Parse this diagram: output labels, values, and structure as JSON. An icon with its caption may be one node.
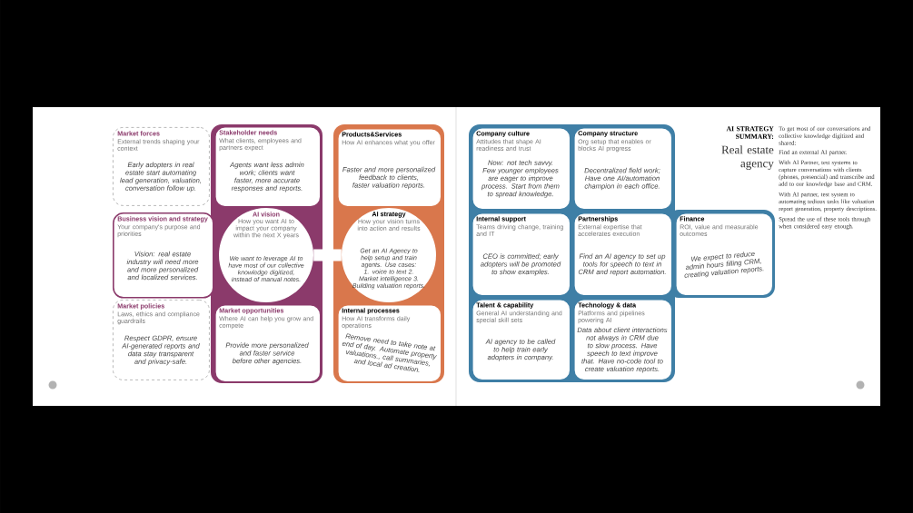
{
  "diagram": {
    "title": "AI STRATEGY SUMMARY:",
    "nodes": [
      {
        "text": [
          "Market forces",
          "External trends shaping your context",
          "Early adopters in real estate start automating lead generation, valuation, conversation follow up."
        ]
      },
      {
        "text": [
          "Stakeholder needs",
          "What clients, employees and partners expect",
          "Agents want less admin work; clients want faster, more accurate responses and reports."
        ]
      },
      {
        "text": [
          "Business vision and strategy",
          "Your company's purpose and priorities",
          "Vision: real estate industry will need more and more personalized and localized services."
        ]
      },
      {
        "text": [
          "AI vision",
          "How you want AI to impact your company within the next X years",
          "We want to leverage AI to have most of our collective knowledge digitized, instead of manual notes."
        ]
      },
      {
        "text": [
          "Market policies",
          "Laws, ethics and compliance guardrails",
          "Respect GDPR, ensure AI-generated reports and data stay transparent and privacy-safe."
        ]
      },
      {
        "text": [
          "Market opportunities",
          "Where AI can help you grow and compete",
          "Provide more personalized and faster service before other agencies."
        ]
      },
      {
        "text": [
          "Products&Services",
          "How AI enhances what you offer",
          "Faster and more personalized  feedback to clients, faster valuation reports."
        ]
      },
      {
        "text": [
          "AI strategy",
          "How your vision turns into action and results",
          "Get an AI Agency to help setup and train agents. Use cases: 1. voice to text 2. Market intelligence 3. Building valuation reports."
        ]
      },
      {
        "text": [
          "Internal processes",
          "How AI transforms daily operations",
          "Remove need to take note at end of day. Automate property valuations., call summaries, and local ad creation."
        ]
      },
      {
        "text": [
          "Company culture",
          "Attitudes that shape AI readiness and trust",
          "Now: not tech savvy. Few younger employees are eager to improve process. Start from them to spread knowledge."
        ]
      },
      {
        "text": [
          "Company structure",
          "Org setup that enables or blocks AI progress",
          "Decentralized field work; Have one AI/automation champion in each office."
        ]
      },
      {
        "text": [
          "Internal support",
          "Teams driving change, training and IT",
          "CEO is committed; early adopters will be promoted to show examples."
        ]
      },
      {
        "text": [
          "Partnerships",
          "External expertise that accelerates execution",
          "Find an AI agency to set up tools for speech to text in CRM and report automation."
        ]
      },
      {
        "text": [
          "Finance",
          "ROI, value and measurable outcomes",
          "We expect to reduce admin hours filling CRM, creating valuation reports."
        ]
      },
      {
        "text": [
          "Talent & capability",
          "General AI understanding and special skill sets",
          "AI agency to be called to help train early adopters in company."
        ]
      },
      {
        "text": [
          "Technology & data",
          "Platforms and pipelines powering AI",
          "Data about client interactions not always in CRM due to slow process. Have speech to text improve that. Have no-code tool to create valuation reports."
        ]
      }
    ],
    "edges": [
      {
        "from": 3,
        "to": 7,
        "arrow": "none"
      }
    ],
    "labels": [
      "Real estate agency",
      "To get most of our conversations and collective knowledge digitized and shared:",
      "Find an external AI partner.",
      "With AI Partner, test systems to capture conversations with clients (phones, presencial) and transcribe and add to our knowledge base and CRM.",
      "With AI partner, test system to automating tedious tasks like valuation report generation, property descriptions.",
      "Spread the use of these tools through when considered easy enough."
    ]
  }
}
